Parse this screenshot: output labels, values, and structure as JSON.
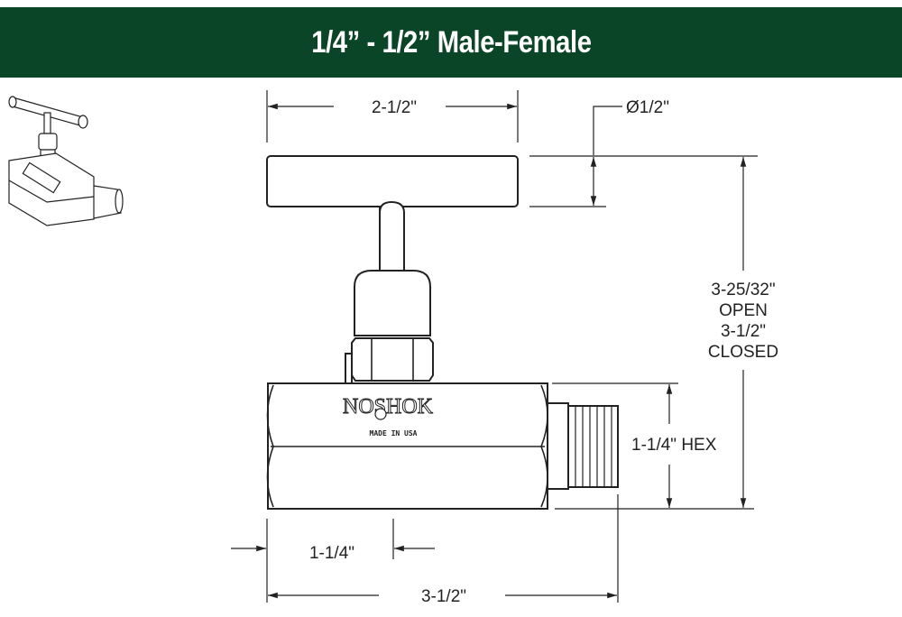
{
  "header": {
    "title": "1/4” - 1/2” Male-Female",
    "background_color": "#0b4527"
  },
  "drawing": {
    "logo_text": "NOSHOK",
    "marking": "MADE IN USA",
    "dimensions": {
      "handle_length": "2-1/2\"",
      "handle_diameter": "Ø1/2\"",
      "height_open": "3-25/32\"",
      "open_label": "OPEN",
      "height_closed": "3-1/2\"",
      "closed_label": "CLOSED",
      "hex": "1-1/4\" HEX",
      "female_depth": "1-1/4\"",
      "overall_length": "3-1/2\""
    }
  }
}
